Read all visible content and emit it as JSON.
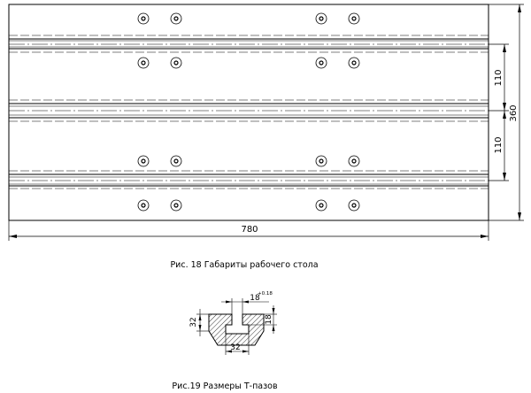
{
  "figure18": {
    "caption": "Рис. 18 Габариты рабочего стола",
    "dims": {
      "width": "780",
      "height": "360",
      "upper_spacing": "110",
      "lower_spacing": "110"
    }
  },
  "figure19": {
    "caption": "Рис.19 Размеры Т-пазов",
    "dims": {
      "slot_width": "18",
      "slot_tolerance": "+0.18",
      "slot_depth": "18",
      "height": "32",
      "base_width": "32"
    }
  }
}
